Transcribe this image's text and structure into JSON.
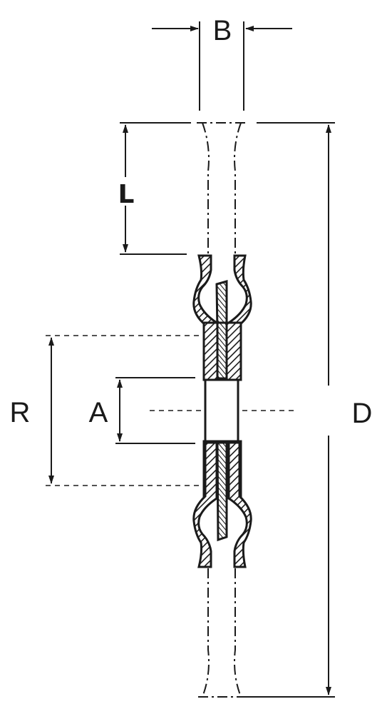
{
  "labels": {
    "b": "B",
    "l": "L",
    "r": "R",
    "a": "A",
    "d": "D"
  }
}
